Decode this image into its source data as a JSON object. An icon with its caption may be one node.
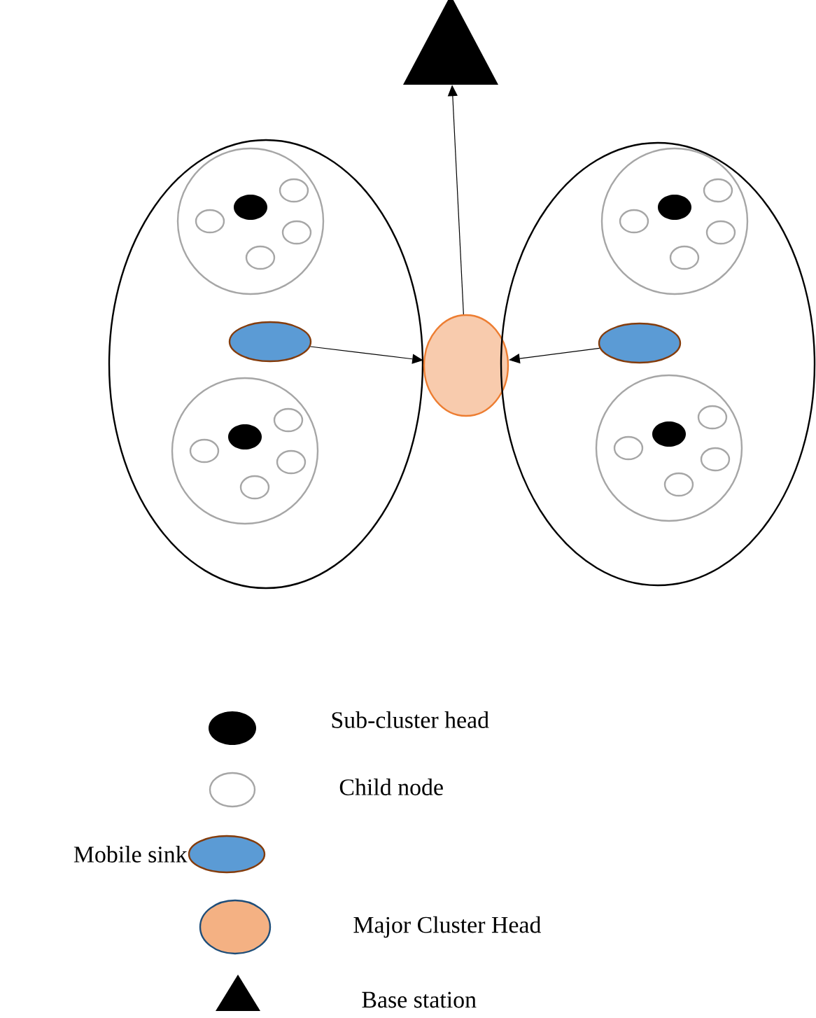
{
  "diagram": {
    "nodes": [
      {
        "text": [],
        "shape": "triangle"
      },
      {
        "text": [],
        "shape": "ellipse"
      },
      {
        "text": [],
        "shape": "circle",
        "in": 1
      },
      {
        "text": [],
        "shape": "ellipse",
        "in": 2
      },
      {
        "text": [],
        "shape": "circle",
        "in": 2
      },
      {
        "text": [],
        "shape": "circle",
        "in": 2
      },
      {
        "text": [],
        "shape": "circle",
        "in": 2
      },
      {
        "text": [],
        "shape": "circle",
        "in": 2
      },
      {
        "text": [],
        "shape": "ellipse",
        "in": 1
      },
      {
        "text": [],
        "shape": "circle",
        "in": 1
      },
      {
        "text": [],
        "shape": "ellipse",
        "in": 9
      },
      {
        "text": [],
        "shape": "circle",
        "in": 9
      },
      {
        "text": [],
        "shape": "circle",
        "in": 9
      },
      {
        "text": [],
        "shape": "circle",
        "in": 9
      },
      {
        "text": [],
        "shape": "circle",
        "in": 9
      },
      {
        "text": [],
        "shape": "ellipse"
      },
      {
        "text": [],
        "shape": "ellipse"
      },
      {
        "text": [],
        "shape": "circle",
        "in": 16
      },
      {
        "text": [],
        "shape": "ellipse",
        "in": 17
      },
      {
        "text": [],
        "shape": "circle",
        "in": 17
      },
      {
        "text": [],
        "shape": "circle",
        "in": 17
      },
      {
        "text": [],
        "shape": "circle",
        "in": 17
      },
      {
        "text": [],
        "shape": "circle",
        "in": 17
      },
      {
        "text": [],
        "shape": "ellipse",
        "in": 16
      },
      {
        "text": [],
        "shape": "circle",
        "in": 16
      },
      {
        "text": [],
        "shape": "ellipse",
        "in": 24
      },
      {
        "text": [],
        "shape": "circle",
        "in": 24
      },
      {
        "text": [],
        "shape": "circle",
        "in": 24
      },
      {
        "text": [],
        "shape": "circle",
        "in": 24
      },
      {
        "text": [],
        "shape": "circle",
        "in": 24
      }
    ],
    "edges": [
      {
        "from": 8,
        "to": 15,
        "arrow": "to"
      },
      {
        "from": 23,
        "to": 15,
        "arrow": "to"
      },
      {
        "from": 15,
        "to": 0,
        "arrow": "to"
      }
    ],
    "legend": [
      {
        "text": "Sub-cluster head"
      },
      {
        "text": "Child node"
      },
      {
        "text": "Mobile sink"
      },
      {
        "text": "Major Cluster Head"
      },
      {
        "text": "Base station"
      }
    ]
  }
}
